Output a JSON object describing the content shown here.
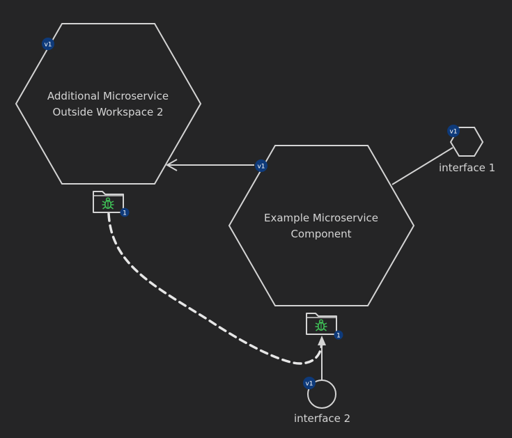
{
  "nodes": {
    "additional_microservice": {
      "label_line1": "Additional Microservice",
      "label_line2": "Outside Workspace 2",
      "version_badge": "v1",
      "folder_count": "1"
    },
    "example_microservice": {
      "label_line1": "Example Microservice",
      "label_line2": "Component",
      "version_badge": "v1",
      "folder_count": "1"
    },
    "interface_1": {
      "label": "interface 1",
      "version_badge": "v1"
    },
    "interface_2": {
      "label": "interface 2",
      "version_badge": "v1"
    }
  },
  "colors": {
    "background": "#252526",
    "stroke": "#d4d4d4",
    "badge": "#0e3a7a",
    "bug": "#3fbf56",
    "dashed_link": "#e6e6e6"
  },
  "icons": {
    "folder": "folder-icon",
    "bug": "bug-icon"
  }
}
